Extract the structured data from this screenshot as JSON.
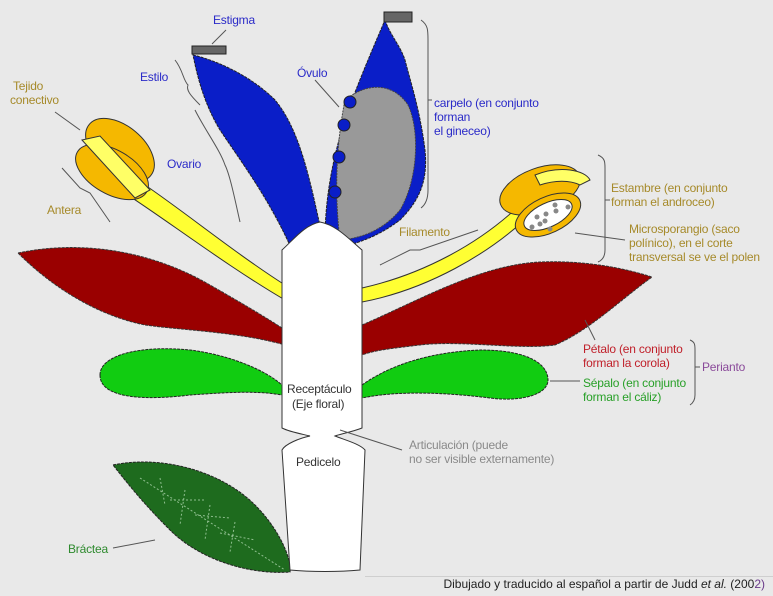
{
  "diagram": {
    "title": "Partes de la flor",
    "colors": {
      "background": "#e9e9e9",
      "carpel": "#0a1ec8",
      "ovary_interior": "#999999",
      "anther": "#f5b800",
      "filament": "#ffff33",
      "petal": "#9a0000",
      "sepal": "#11cc11",
      "bract": "#1e6b1e",
      "receptacle": "#ffffff"
    },
    "labels": {
      "estigma": "Estigma",
      "estilo": "Estilo",
      "ovario": "Ovario",
      "ovulo": "Óvulo",
      "tejido_conectivo_1": "Tejido",
      "tejido_conectivo_2": "conectivo",
      "antera": "Antera",
      "carpelo_1": "carpelo (en conjunto",
      "carpelo_2": "forman",
      "carpelo_3": "el gineceo)",
      "estambre_1": "Estambre (en conjunto",
      "estambre_2": "forman el androceo)",
      "filamento": "Filamento",
      "microsporangio_1": "Microsporangio (saco",
      "microsporangio_2": "polínico), en el corte",
      "microsporangio_3": "transversal se ve el polen",
      "petalo_1": "Pétalo (en conjunto",
      "petalo_2": "forman la corola)",
      "sepalo_1": "Sépalo (en conjunto",
      "sepalo_2": "forman el cáliz)",
      "perianto": "Perianto",
      "receptaculo_1": "Receptáculo",
      "receptaculo_2": "(Eje floral)",
      "articulacion_1": "Articulación (puede",
      "articulacion_2": "no ser visible externamente)",
      "pedicelo": "Pedicelo",
      "bractea": "Bráctea"
    },
    "credit": {
      "text": "Dibujado y traducido al español a partir de Judd ",
      "etal": "et al.",
      "year_open": " (200",
      "year_close": "2)"
    }
  }
}
